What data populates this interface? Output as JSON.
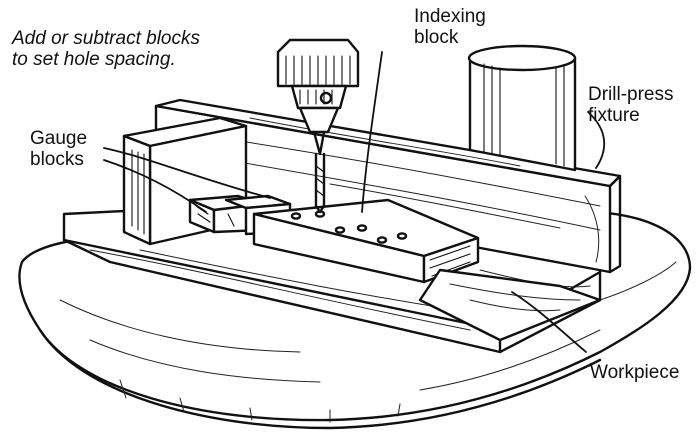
{
  "labels": {
    "instruction_line1": "Add or subtract blocks",
    "instruction_line2": "to set hole spacing.",
    "indexing_line1": "Indexing",
    "indexing_line2": "block",
    "fixture_line1": "Drill-press",
    "fixture_line2": "fixture",
    "gauge_line1": "Gauge",
    "gauge_line2": "blocks",
    "workpiece": "Workpiece"
  }
}
